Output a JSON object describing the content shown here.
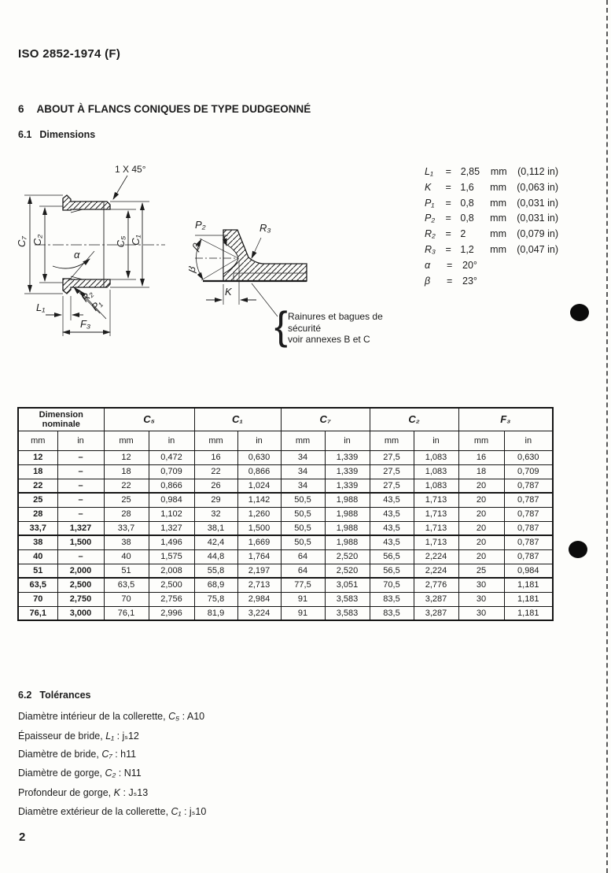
{
  "page": {
    "header_title": "ISO 2852-1974 (F)",
    "page_number": "2"
  },
  "sections": {
    "s6_num": "6",
    "s6_title": "ABOUT À FLANCS CONIQUES DE TYPE DUDGEONNÉ",
    "s61_num": "6.1",
    "s61_title": "Dimensions",
    "s62_num": "6.2",
    "s62_title": "Tolérances"
  },
  "figure": {
    "left": {
      "chamfer": "1 X 45°",
      "c7": "C₇",
      "c2": "C₂",
      "c5": "C₅",
      "c1": "C₁",
      "alpha": "α",
      "r2": "R₂",
      "p1": "P₁",
      "l1": "L₁",
      "f3": "F₃"
    },
    "right": {
      "p2": "P₂",
      "r3": "R₃",
      "beta1": "β",
      "beta2": "β",
      "k": "K",
      "brace": "{",
      "note_lines": [
        "Rainures et bagues de",
        "sécurité",
        "voir annexes B et C"
      ]
    }
  },
  "parameters": [
    {
      "sym": "L₁",
      "eq": "=",
      "val": "2,85",
      "unit": "mm",
      "inch": "(0,112 in)"
    },
    {
      "sym": "K",
      "eq": "=",
      "val": "1,6",
      "unit": "mm",
      "inch": "(0,063 in)"
    },
    {
      "sym": "P₁",
      "eq": "=",
      "val": "0,8",
      "unit": "mm",
      "inch": "(0,031 in)"
    },
    {
      "sym": "P₂",
      "eq": "=",
      "val": "0,8",
      "unit": "mm",
      "inch": "(0,031 in)"
    },
    {
      "sym": "R₂",
      "eq": "=",
      "val": "2",
      "unit": "mm",
      "inch": "(0,079 in)"
    },
    {
      "sym": "R₃",
      "eq": "=",
      "val": "1,2",
      "unit": "mm",
      "inch": "(0,047 in)"
    },
    {
      "sym": "α",
      "eq": "=",
      "val": "20°",
      "unit": "",
      "inch": ""
    },
    {
      "sym": "β",
      "eq": "=",
      "val": "23°",
      "unit": "",
      "inch": ""
    }
  ],
  "table": {
    "groups": [
      "Dimension nominale",
      "C₅",
      "C₁",
      "C₇",
      "C₂",
      "F₃"
    ],
    "subheaders": [
      "mm",
      "in",
      "mm",
      "in",
      "mm",
      "in",
      "mm",
      "in",
      "mm",
      "in",
      "mm",
      "in"
    ],
    "row_groups": [
      [
        [
          "12",
          "–",
          "12",
          "0,472",
          "16",
          "0,630",
          "34",
          "1,339",
          "27,5",
          "1,083",
          "16",
          "0,630"
        ],
        [
          "18",
          "–",
          "18",
          "0,709",
          "22",
          "0,866",
          "34",
          "1,339",
          "27,5",
          "1,083",
          "18",
          "0,709"
        ],
        [
          "22",
          "–",
          "22",
          "0,866",
          "26",
          "1,024",
          "34",
          "1,339",
          "27,5",
          "1,083",
          "20",
          "0,787"
        ]
      ],
      [
        [
          "25",
          "–",
          "25",
          "0,984",
          "29",
          "1,142",
          "50,5",
          "1,988",
          "43,5",
          "1,713",
          "20",
          "0,787"
        ],
        [
          "28",
          "–",
          "28",
          "1,102",
          "32",
          "1,260",
          "50,5",
          "1,988",
          "43,5",
          "1,713",
          "20",
          "0,787"
        ],
        [
          "33,7",
          "1,327",
          "33,7",
          "1,327",
          "38,1",
          "1,500",
          "50,5",
          "1,988",
          "43,5",
          "1,713",
          "20",
          "0,787"
        ]
      ],
      [
        [
          "38",
          "1,500",
          "38",
          "1,496",
          "42,4",
          "1,669",
          "50,5",
          "1,988",
          "43,5",
          "1,713",
          "20",
          "0,787"
        ],
        [
          "40",
          "–",
          "40",
          "1,575",
          "44,8",
          "1,764",
          "64",
          "2,520",
          "56,5",
          "2,224",
          "20",
          "0,787"
        ],
        [
          "51",
          "2,000",
          "51",
          "2,008",
          "55,8",
          "2,197",
          "64",
          "2,520",
          "56,5",
          "2,224",
          "25",
          "0,984"
        ]
      ],
      [
        [
          "63,5",
          "2,500",
          "63,5",
          "2,500",
          "68,9",
          "2,713",
          "77,5",
          "3,051",
          "70,5",
          "2,776",
          "30",
          "1,181"
        ],
        [
          "70",
          "2,750",
          "70",
          "2,756",
          "75,8",
          "2,984",
          "91",
          "3,583",
          "83,5",
          "3,287",
          "30",
          "1,181"
        ],
        [
          "76,1",
          "3,000",
          "76,1",
          "2,996",
          "81,9",
          "3,224",
          "91",
          "3,583",
          "83,5",
          "3,287",
          "30",
          "1,181"
        ]
      ]
    ]
  },
  "tolerances": [
    {
      "prefix": "Diamètre intérieur de la collerette, ",
      "symbol": "C₅",
      "suffix": " : A10"
    },
    {
      "prefix": "Épaisseur de bride, ",
      "symbol": "L₁",
      "suffix": " : jₛ12"
    },
    {
      "prefix": "Diamètre de bride, ",
      "symbol": "C₇",
      "suffix": " : h11"
    },
    {
      "prefix": "Diamètre de gorge, ",
      "symbol": "C₂",
      "suffix": " : N11"
    },
    {
      "prefix": "Profondeur de gorge, ",
      "symbol": "K",
      "suffix": " : Jₛ13"
    },
    {
      "prefix": "Diamètre extérieur de la collerette, ",
      "symbol": "C₁",
      "suffix": " : jₛ10"
    }
  ]
}
